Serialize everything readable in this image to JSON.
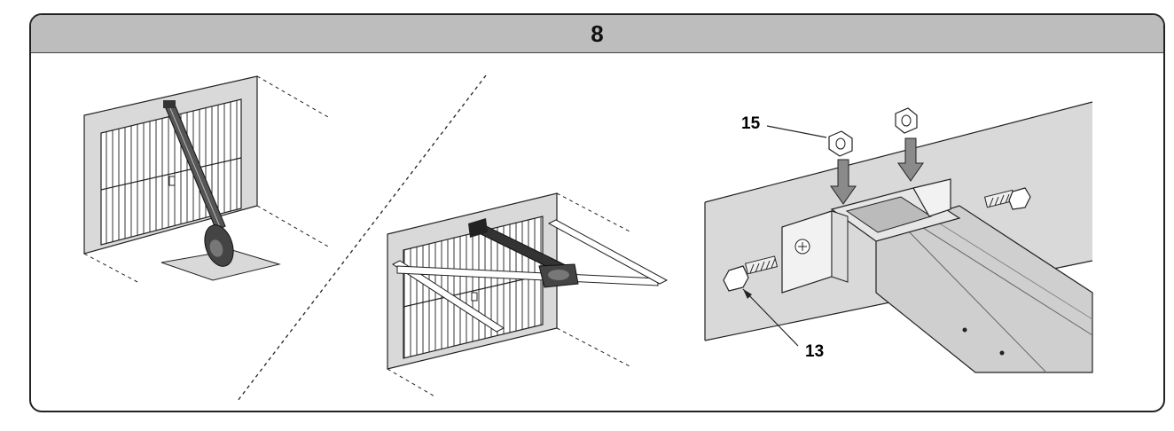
{
  "header": {
    "step_number": "8"
  },
  "callouts": {
    "nut_label": "15",
    "bolt_label": "13"
  },
  "colors": {
    "frame": "#222222",
    "header_band": "#bdbdbd",
    "wall": "#d9d9d9",
    "arrow": "#8a8a8a",
    "beam": "#cfcfcf"
  },
  "panels": [
    {
      "id": "floor-mount"
    },
    {
      "id": "wall-brackets-mount"
    },
    {
      "id": "bracket-detail"
    }
  ]
}
